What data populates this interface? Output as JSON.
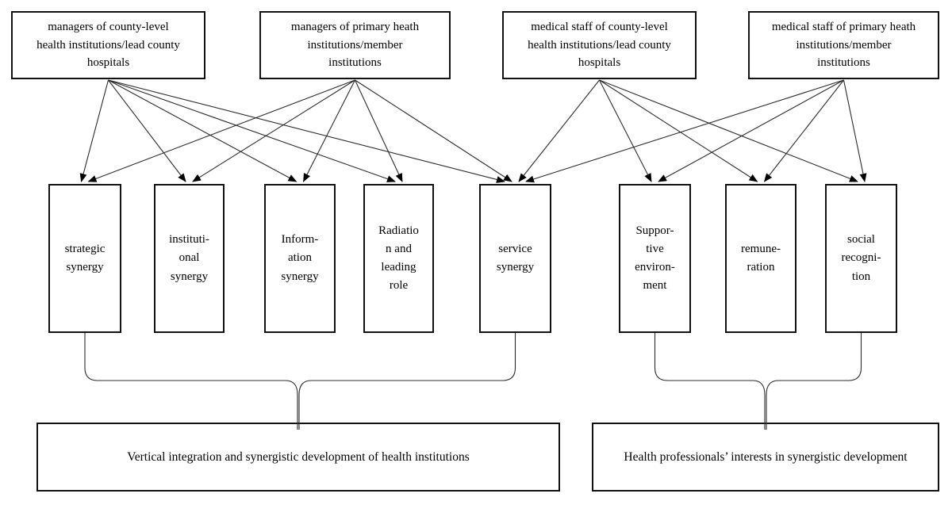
{
  "diagram": {
    "colors": {
      "background": "#ffffff",
      "box_border": "#121212",
      "line": "#2b2b2b",
      "arrowhead": "#000000",
      "text": "#000000"
    },
    "top_nodes": [
      {
        "id": "t1",
        "label": "managers of county-level\nhealth institutions/lead county\nhospitals"
      },
      {
        "id": "t2",
        "label": "managers of primary heath\ninstitutions/member\ninstitutions"
      },
      {
        "id": "t3",
        "label": "medical staff of county-level\nhealth institutions/lead county\nhospitals"
      },
      {
        "id": "t4",
        "label": "medical staff of primary heath\ninstitutions/member\ninstitutions"
      }
    ],
    "mid_nodes": [
      {
        "id": "m1",
        "label": "strategic\nsynergy"
      },
      {
        "id": "m2",
        "label": "instituti-\nonal\nsynergy"
      },
      {
        "id": "m3",
        "label": "Inform-\nation\nsynergy"
      },
      {
        "id": "m4",
        "label": "Radiatio\nn and\nleading\nrole"
      },
      {
        "id": "m5",
        "label": "service\nsynergy"
      },
      {
        "id": "m6",
        "label": "Suppor-\ntive\nenviron-\nment"
      },
      {
        "id": "m7",
        "label": "remune-\nration"
      },
      {
        "id": "m8",
        "label": "social\nrecogni-\ntion"
      }
    ],
    "bottom_nodes": [
      {
        "id": "b1",
        "label": "Vertical integration and synergistic development of health institutions"
      },
      {
        "id": "b2",
        "label": "Health professionals’ interests in synergistic development"
      }
    ],
    "edges": [
      {
        "from": "t1",
        "to": "m1"
      },
      {
        "from": "t1",
        "to": "m2"
      },
      {
        "from": "t1",
        "to": "m3"
      },
      {
        "from": "t1",
        "to": "m4"
      },
      {
        "from": "t1",
        "to": "m5"
      },
      {
        "from": "t2",
        "to": "m1"
      },
      {
        "from": "t2",
        "to": "m2"
      },
      {
        "from": "t2",
        "to": "m3"
      },
      {
        "from": "t2",
        "to": "m4"
      },
      {
        "from": "t2",
        "to": "m5"
      },
      {
        "from": "t3",
        "to": "m5"
      },
      {
        "from": "t3",
        "to": "m6"
      },
      {
        "from": "t3",
        "to": "m7"
      },
      {
        "from": "t3",
        "to": "m8"
      },
      {
        "from": "t4",
        "to": "m5"
      },
      {
        "from": "t4",
        "to": "m6"
      },
      {
        "from": "t4",
        "to": "m7"
      },
      {
        "from": "t4",
        "to": "m8"
      }
    ],
    "braces": [
      {
        "left": "m1",
        "right": "m5",
        "target": "b1"
      },
      {
        "left": "m6",
        "right": "m8",
        "target": "b2"
      }
    ]
  }
}
